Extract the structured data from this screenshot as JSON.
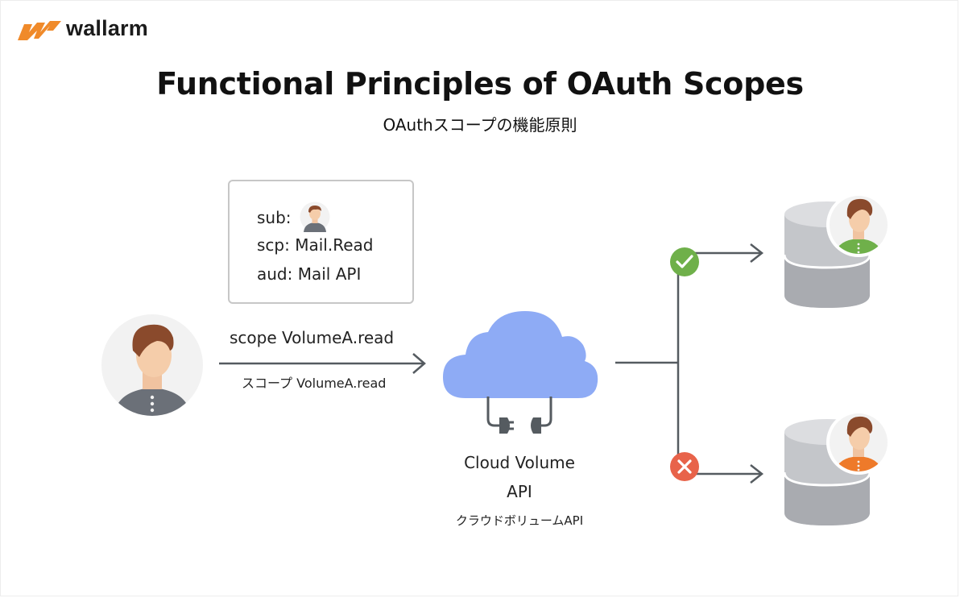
{
  "brand": {
    "name": "wallarm",
    "color": "#f08a2a"
  },
  "title": "Functional Principles of OAuth Scopes",
  "subtitle": "OAuthスコープの機能原則",
  "token": {
    "sub_label": "sub:",
    "scp_line": "scp: Mail.Read",
    "aud_line": "aud: Mail API"
  },
  "request": {
    "scope_label": "scope VolumeA.read",
    "scope_label_jp": "スコープ VolumeA.read"
  },
  "api": {
    "name_line1": "Cloud Volume",
    "name_line2": "API",
    "name_jp": "クラウドボリュームAPI"
  },
  "colors": {
    "cloud": "#8eabf5",
    "allowed": "#6fb04a",
    "denied": "#e8634a",
    "line": "#555b60",
    "db_top": "#dcdde0",
    "db_body": "#c4c6ca",
    "db_shade": "#a9abb0"
  },
  "icons": {
    "allowed": "check-icon",
    "denied": "cross-icon",
    "plug": "plug-icon",
    "database": "database-icon",
    "user": "user-avatar-icon"
  }
}
